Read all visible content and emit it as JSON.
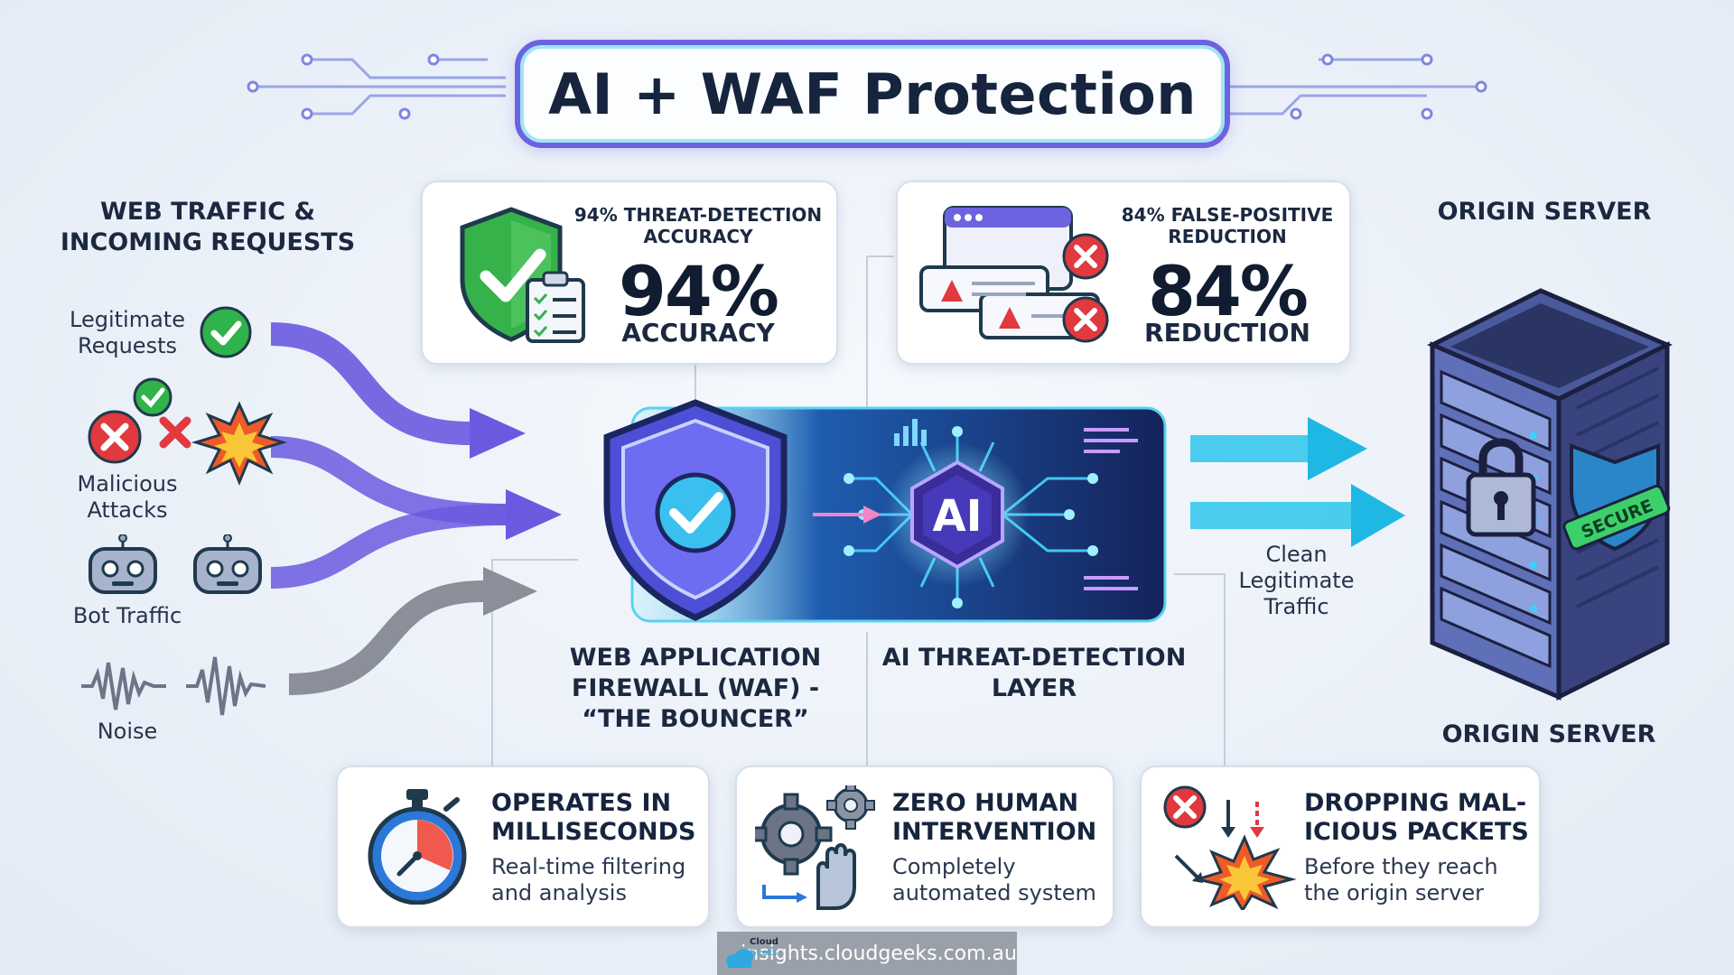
{
  "title": "AI + WAF Protection",
  "headings": {
    "traffic": "WEB TRAFFIC & INCOMING REQUESTS",
    "origin_top": "ORIGIN SERVER",
    "origin_bottom": "ORIGIN SERVER",
    "waf": "WEB APPLICATION FIREWALL (WAF) - “THE BOUNCER”",
    "ai_layer": "AI THREAT-DETECTION LAYER"
  },
  "sources": [
    {
      "label": "Legitimate Requests"
    },
    {
      "label": "Malicious Attacks"
    },
    {
      "label": "Bot Traffic"
    },
    {
      "label": "Noise"
    }
  ],
  "stats": [
    {
      "small": "94% THREAT-DETECTION ACCURACY",
      "big": "94%",
      "label": "ACCURACY"
    },
    {
      "small": "84% FALSE-POSITIVE REDUCTION",
      "big": "84%",
      "label": "REDUCTION"
    }
  ],
  "output_label": "Clean Legitimate Traffic",
  "ai_chip": "AI",
  "secure_badge": "SECURE",
  "features": [
    {
      "title": "OPERATES IN MILLISECONDS",
      "desc": "Real-time filtering and analysis",
      "icon": "stopwatch-icon"
    },
    {
      "title": "ZERO HUMAN INTERVENTION",
      "desc": "Completely automated system",
      "icon": "gears-hand-icon"
    },
    {
      "title": "DROPPING MAL-ICIOUS PACKETS",
      "desc": "Before they reach the origin server",
      "icon": "explosion-icon"
    }
  ],
  "footer": {
    "logo_line1": "Cloud",
    "logo_line2": "Geeks",
    "text": "insights.cloudgeeks.com.au"
  },
  "colors": {
    "accent": "#6c63e0",
    "cyan": "#22bfe8",
    "green": "#2fb34a",
    "red": "#e0393e",
    "gray_flow": "#8b8f99"
  }
}
